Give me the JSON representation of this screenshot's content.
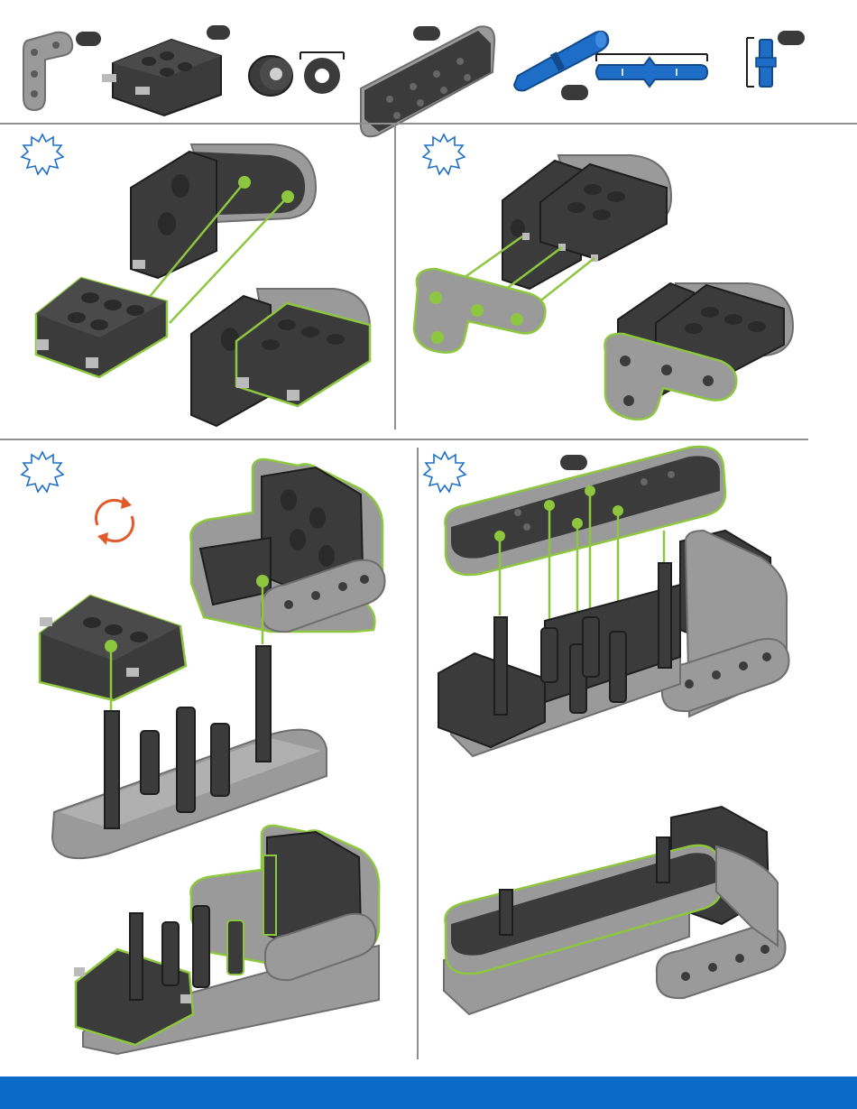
{
  "palette": {
    "part_dark": "#3b3b3b",
    "part_dark_edge": "#1e1e1e",
    "part_light": "#9a9a9a",
    "part_light_edge": "#6e6e6e",
    "highlight": "#8dc63f",
    "accent_blue": "#1e6ec8",
    "rotate_orange": "#e2592a",
    "footer_blue": "#0a6ac8",
    "divider": "#8f8f8f"
  },
  "parts_list": {
    "items": [
      {
        "part": "l-beam",
        "qty": ""
      },
      {
        "part": "corner-connector",
        "qty": ""
      },
      {
        "part": "bushing",
        "qty": ""
      },
      {
        "part": "straight-beam",
        "qty": ""
      },
      {
        "part": "connector-pin",
        "qty": ""
      },
      {
        "part": "standoff-pin",
        "qty": ""
      }
    ]
  },
  "steps": [
    {
      "id": 1,
      "number": ""
    },
    {
      "id": 2,
      "number": ""
    },
    {
      "id": 3,
      "number": ""
    },
    {
      "id": 4,
      "number": ""
    }
  ],
  "icons": {
    "step": "starburst-icon",
    "rotate": "rotate-icon"
  },
  "step4_badge": ""
}
